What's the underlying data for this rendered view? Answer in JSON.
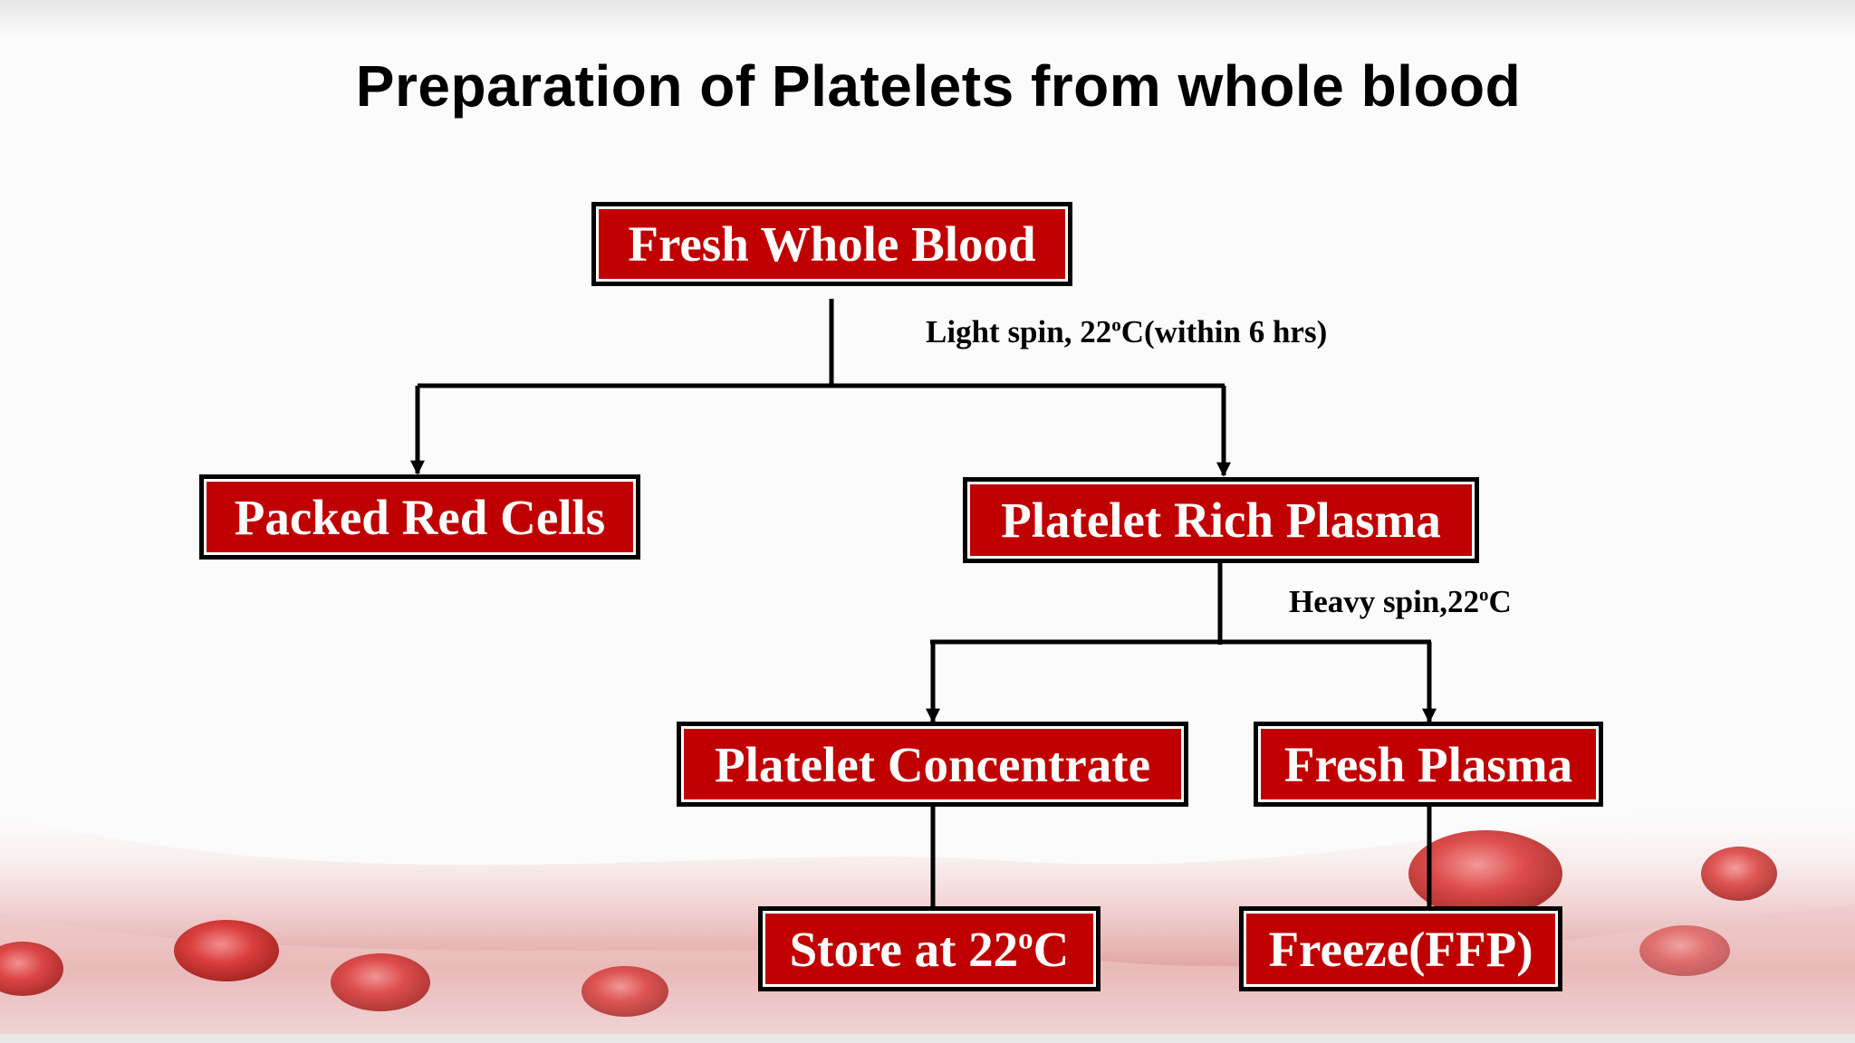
{
  "title": "Preparation of Platelets from whole blood",
  "nodes": {
    "fresh_whole_blood": "Fresh Whole Blood",
    "packed_red_cells": "Packed Red Cells",
    "platelet_rich_plasma": "Platelet Rich Plasma",
    "platelet_concentrate": "Platelet Concentrate",
    "fresh_plasma": "Fresh Plasma",
    "store": {
      "before": "Store at 22",
      "sup": "o",
      "after": "C"
    },
    "freeze": "Freeze(FFP)"
  },
  "edge_labels": {
    "light_spin": {
      "before": "Light spin,  22",
      "sup": "o",
      "after": "C(within 6 hrs)"
    },
    "heavy_spin": {
      "before": "Heavy spin,22",
      "sup": "o",
      "after": "C"
    }
  },
  "colors": {
    "box_fill": "#c00000",
    "box_border": "#000000",
    "box_text": "#ffffff",
    "connector": "#000000"
  }
}
